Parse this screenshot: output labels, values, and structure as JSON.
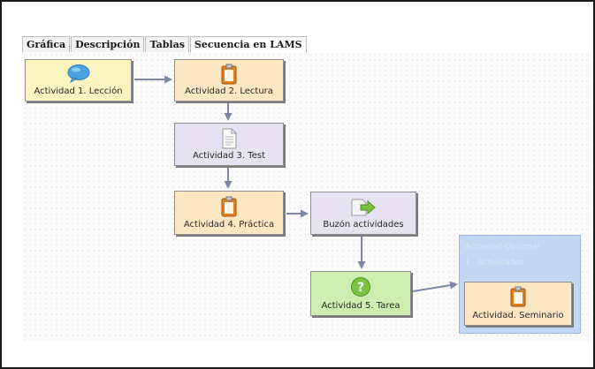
{
  "tabs": [
    "Gráfica",
    "Descripción",
    "Tablas",
    "Secuencia en LAMS"
  ],
  "activities": {
    "a1": {
      "label": "Actividad 1. Lección",
      "icon": "speech-bubble-icon"
    },
    "a2": {
      "label": "Actividad 2. Lectura",
      "icon": "clipboard-icon"
    },
    "a3": {
      "label": "Actividad 3. Test",
      "icon": "document-icon"
    },
    "a4": {
      "label": "Actividad 4. Práctica",
      "icon": "clipboard-icon"
    },
    "buzon": {
      "label": "Buzón actividades",
      "icon": "submit-arrow-icon"
    },
    "a5": {
      "label": "Actividad 5. Tarea",
      "icon": "help-circle-icon"
    },
    "seminario": {
      "label": "Actividad. Seminario",
      "icon": "clipboard-icon"
    }
  },
  "optional_group": {
    "title": "Actividad Opcional",
    "subtitle": "1 - Actividades"
  },
  "colors": {
    "arrow": "#7d86a7",
    "yellow": "#fbf3c0",
    "orange": "#fde6c2",
    "lavender": "#e6e2f1",
    "green": "#cdeeb0",
    "optional": "#c3d6f3"
  }
}
